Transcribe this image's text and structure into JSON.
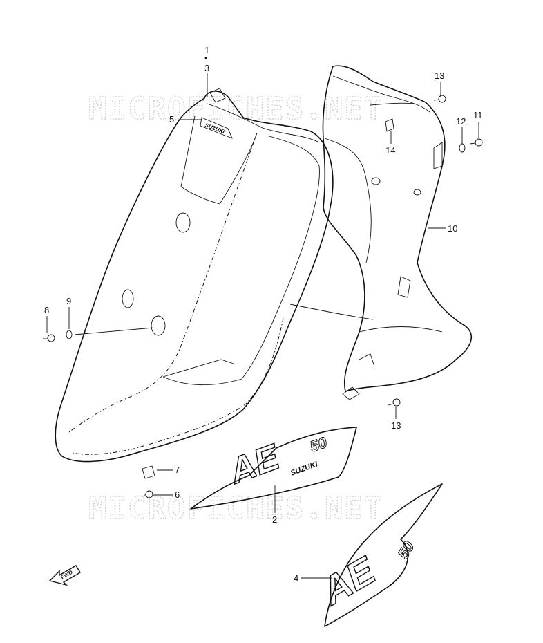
{
  "watermark": "MICROFICHES.NET",
  "callouts": {
    "c1": "1",
    "c_dot": "•",
    "c3": "3",
    "c5": "5",
    "c13a": "13",
    "c11": "11",
    "c12": "12",
    "c14": "14",
    "c10": "10",
    "c8": "8",
    "c9": "9",
    "c13b": "13",
    "c7": "7",
    "c6": "6",
    "c2": "2",
    "c4": "4"
  },
  "decals": {
    "front_panel_badge": "SUZUKI",
    "decal_model": "AE",
    "decal_number": "50",
    "decal_brand": "SUZUKI"
  },
  "fwd_arrow_label": "FWD",
  "colors": {
    "line": "#111111",
    "watermark": "#cfcfcf",
    "background": "#ffffff"
  }
}
